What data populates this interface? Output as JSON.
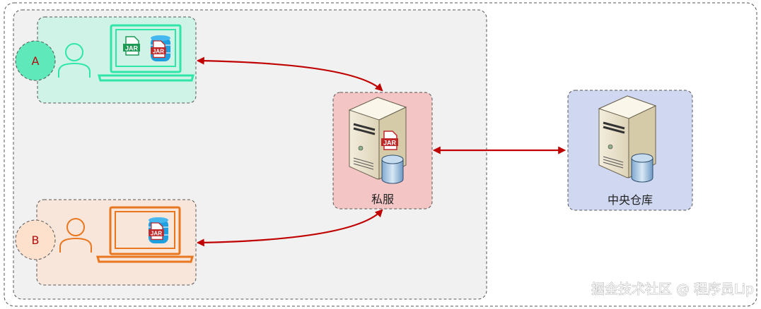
{
  "clients": [
    {
      "letter": "A",
      "theme_color": "#2ee6a6",
      "box_fill": "#cff3e6",
      "circle_fill": "#5fe8b9",
      "laptop_contents": [
        "JAR",
        "JAR"
      ]
    },
    {
      "letter": "B",
      "theme_color": "#e8771f",
      "box_fill": "#f9e6da",
      "circle_fill": "#fde1cd",
      "laptop_contents": [
        "JAR"
      ]
    }
  ],
  "private_server": {
    "label": "私服",
    "box_fill": "#f4c5c5",
    "badge": "JAR"
  },
  "central_repo": {
    "label": "中央仓库",
    "box_fill": "#cfd7f1"
  },
  "arrow_color": "#c00000",
  "watermark": "掘金技术社区 @ 程序员Lip"
}
